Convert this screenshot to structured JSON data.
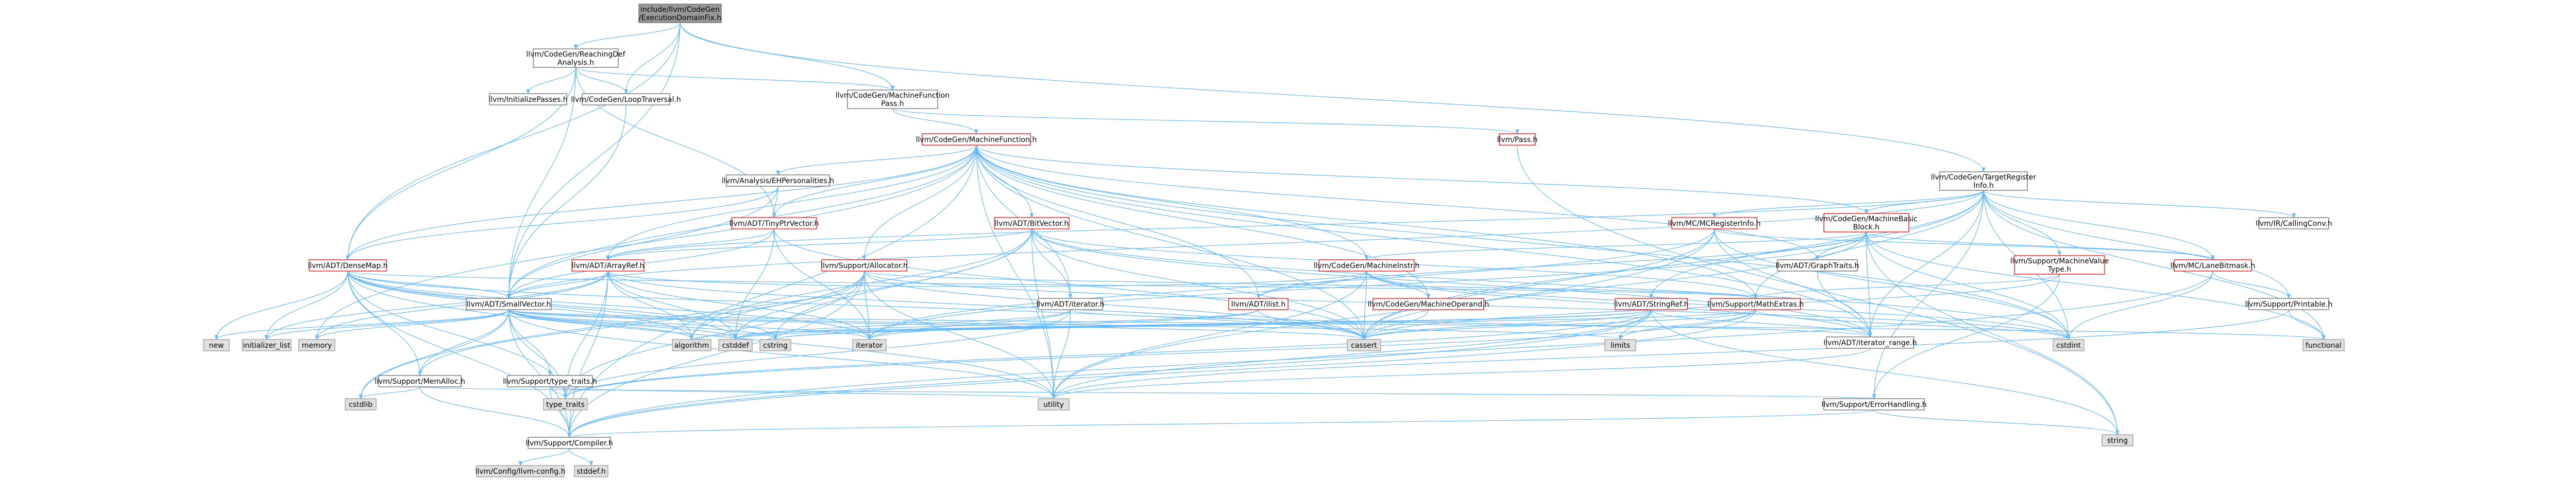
{
  "colors": {
    "edge": "#63b8ff",
    "border_normal": "#666666",
    "border_root": "#666666",
    "border_red": "#ff0000",
    "border_gray": "#999999",
    "fill_white": "#ffffff",
    "fill_root": "#999999",
    "fill_gray": "#e0e0e0"
  },
  "nodes": {
    "root": {
      "lines": [
        "include/llvm/CodeGen",
        "/ExecutionDomainFix.h"
      ],
      "kind": "root"
    },
    "reachingdef": {
      "lines": [
        "llvm/CodeGen/ReachingDef",
        "Analysis.h"
      ],
      "kind": "normal"
    },
    "initpasses": {
      "lines": [
        "llvm/InitializePasses.h"
      ],
      "kind": "normal"
    },
    "looptraversal": {
      "lines": [
        "llvm/CodeGen/LoopTraversal.h"
      ],
      "kind": "normal"
    },
    "mfpass": {
      "lines": [
        "llvm/CodeGen/MachineFunction",
        "Pass.h"
      ],
      "kind": "normal"
    },
    "pass": {
      "lines": [
        "llvm/Pass.h"
      ],
      "kind": "red"
    },
    "mf": {
      "lines": [
        "llvm/CodeGen/MachineFunction.h"
      ],
      "kind": "red"
    },
    "tri": {
      "lines": [
        "llvm/CodeGen/TargetRegister",
        "Info.h"
      ],
      "kind": "normal"
    },
    "ehpers": {
      "lines": [
        "llvm/Analysis/EHPersonalities.h"
      ],
      "kind": "normal"
    },
    "tinyptr": {
      "lines": [
        "llvm/ADT/TinyPtrVector.h"
      ],
      "kind": "red"
    },
    "bitvector": {
      "lines": [
        "llvm/ADT/BitVector.h"
      ],
      "kind": "red"
    },
    "mcreg": {
      "lines": [
        "llvm/MC/MCRegisterInfo.h"
      ],
      "kind": "red"
    },
    "mbb": {
      "lines": [
        "llvm/CodeGen/MachineBasic",
        "Block.h"
      ],
      "kind": "red"
    },
    "callconv": {
      "lines": [
        "llvm/IR/CallingConv.h"
      ],
      "kind": "normal"
    },
    "densemap": {
      "lines": [
        "llvm/ADT/DenseMap.h"
      ],
      "kind": "red"
    },
    "arrayref": {
      "lines": [
        "llvm/ADT/ArrayRef.h"
      ],
      "kind": "red"
    },
    "allocator": {
      "lines": [
        "llvm/Support/Allocator.h"
      ],
      "kind": "red"
    },
    "graphtraits": {
      "lines": [
        "llvm/ADT/GraphTraits.h"
      ],
      "kind": "normal"
    },
    "mvt": {
      "lines": [
        "llvm/Support/MachineValue",
        "Type.h"
      ],
      "kind": "red"
    },
    "lanebitmask": {
      "lines": [
        "llvm/MC/LaneBitmask.h"
      ],
      "kind": "red"
    },
    "minstr": {
      "lines": [
        "llvm/CodeGen/MachineInstr.h"
      ],
      "kind": "red"
    },
    "adtiterator": {
      "lines": [
        "llvm/ADT/iterator.h"
      ],
      "kind": "normal"
    },
    "ilist": {
      "lines": [
        "llvm/ADT/ilist.h"
      ],
      "kind": "red"
    },
    "stringref": {
      "lines": [
        "llvm/ADT/StringRef.h"
      ],
      "kind": "red"
    },
    "mathextras": {
      "lines": [
        "llvm/Support/MathExtras.h"
      ],
      "kind": "red"
    },
    "printable": {
      "lines": [
        "llvm/Support/Printable.h"
      ],
      "kind": "normal"
    },
    "moperand": {
      "lines": [
        "llvm/CodeGen/MachineOperand.h"
      ],
      "kind": "red"
    },
    "smallvector": {
      "lines": [
        "llvm/ADT/SmallVector.h"
      ],
      "kind": "normal"
    },
    "iterrange": {
      "lines": [
        "llvm/ADT/iterator_range.h"
      ],
      "kind": "normal"
    },
    "new": {
      "lines": [
        "new"
      ],
      "kind": "gray"
    },
    "initlist": {
      "lines": [
        "initializer_list"
      ],
      "kind": "gray"
    },
    "memory": {
      "lines": [
        "memory"
      ],
      "kind": "gray"
    },
    "algorithm": {
      "lines": [
        "algorithm"
      ],
      "kind": "gray"
    },
    "cstddef": {
      "lines": [
        "cstddef"
      ],
      "kind": "gray"
    },
    "cstring": {
      "lines": [
        "cstring"
      ],
      "kind": "gray"
    },
    "iterator": {
      "lines": [
        "iterator"
      ],
      "kind": "gray"
    },
    "cassert": {
      "lines": [
        "cassert"
      ],
      "kind": "gray"
    },
    "limits": {
      "lines": [
        "limits"
      ],
      "kind": "gray"
    },
    "cstdint": {
      "lines": [
        "cstdint"
      ],
      "kind": "gray"
    },
    "functional": {
      "lines": [
        "functional"
      ],
      "kind": "gray"
    },
    "memalloc": {
      "lines": [
        "llvm/Support/MemAlloc.h"
      ],
      "kind": "normal"
    },
    "typetraits_h": {
      "lines": [
        "llvm/Support/type_traits.h"
      ],
      "kind": "normal"
    },
    "cstdlib": {
      "lines": [
        "cstdlib"
      ],
      "kind": "gray"
    },
    "typetraits": {
      "lines": [
        "type_traits"
      ],
      "kind": "gray"
    },
    "utility": {
      "lines": [
        "utility"
      ],
      "kind": "gray"
    },
    "errorhandling": {
      "lines": [
        "llvm/Support/ErrorHandling.h"
      ],
      "kind": "normal"
    },
    "string": {
      "lines": [
        "string"
      ],
      "kind": "gray"
    },
    "compiler": {
      "lines": [
        "llvm/Support/Compiler.h"
      ],
      "kind": "normal"
    },
    "llvmconfig": {
      "lines": [
        "llvm/Config/llvm-config.h"
      ],
      "kind": "gray"
    },
    "stddef": {
      "lines": [
        "stddef.h"
      ],
      "kind": "gray"
    }
  },
  "edges": [
    [
      "root",
      "reachingdef"
    ],
    [
      "root",
      "looptraversal"
    ],
    [
      "root",
      "mfpass"
    ],
    [
      "root",
      "tri"
    ],
    [
      "root",
      "densemap"
    ],
    [
      "root",
      "smallvector"
    ],
    [
      "reachingdef",
      "initpasses"
    ],
    [
      "reachingdef",
      "looptraversal"
    ],
    [
      "reachingdef",
      "mfpass"
    ],
    [
      "reachingdef",
      "densemap"
    ],
    [
      "reachingdef",
      "tinyptr"
    ],
    [
      "reachingdef",
      "smallvector"
    ],
    [
      "looptraversal",
      "smallvector"
    ],
    [
      "mfpass",
      "pass"
    ],
    [
      "mfpass",
      "mf"
    ],
    [
      "pass",
      "string"
    ],
    [
      "mf",
      "ehpers"
    ],
    [
      "mf",
      "tinyptr"
    ],
    [
      "mf",
      "bitvector"
    ],
    [
      "mf",
      "mbb"
    ],
    [
      "mf",
      "densemap"
    ],
    [
      "mf",
      "arrayref"
    ],
    [
      "mf",
      "allocator"
    ],
    [
      "mf",
      "graphtraits"
    ],
    [
      "mf",
      "minstr"
    ],
    [
      "mf",
      "adtiterator"
    ],
    [
      "mf",
      "ilist"
    ],
    [
      "mf",
      "smallvector"
    ],
    [
      "mf",
      "moperand"
    ],
    [
      "mf",
      "cassert"
    ],
    [
      "mf",
      "cstdint"
    ],
    [
      "mf",
      "utility"
    ],
    [
      "mf",
      "compiler"
    ],
    [
      "mf",
      "memory"
    ],
    [
      "mf",
      "iterrange"
    ],
    [
      "mf",
      "mathextras"
    ],
    [
      "tri",
      "callconv"
    ],
    [
      "tri",
      "mcreg"
    ],
    [
      "tri",
      "mbb"
    ],
    [
      "tri",
      "mvt"
    ],
    [
      "tri",
      "lanebitmask"
    ],
    [
      "tri",
      "printable"
    ],
    [
      "tri",
      "arrayref"
    ],
    [
      "tri",
      "smallvector"
    ],
    [
      "tri",
      "stringref"
    ],
    [
      "tri",
      "iterrange"
    ],
    [
      "tri",
      "cassert"
    ],
    [
      "tri",
      "cstdint"
    ],
    [
      "tri",
      "functional"
    ],
    [
      "tri",
      "mathextras"
    ],
    [
      "tri",
      "errorhandling"
    ],
    [
      "ehpers",
      "smallvector"
    ],
    [
      "ehpers",
      "densemap"
    ],
    [
      "ehpers",
      "tinyptr"
    ],
    [
      "tinyptr",
      "arrayref"
    ],
    [
      "tinyptr",
      "smallvector"
    ],
    [
      "tinyptr",
      "cassert"
    ],
    [
      "tinyptr",
      "cstddef"
    ],
    [
      "tinyptr",
      "iterator"
    ],
    [
      "bitvector",
      "arrayref"
    ],
    [
      "bitvector",
      "adtiterator"
    ],
    [
      "bitvector",
      "iterrange"
    ],
    [
      "bitvector",
      "mathextras"
    ],
    [
      "bitvector",
      "algorithm"
    ],
    [
      "bitvector",
      "cassert"
    ],
    [
      "bitvector",
      "climits"
    ],
    [
      "bitvector",
      "cstdint"
    ],
    [
      "bitvector",
      "cstdlib"
    ],
    [
      "bitvector",
      "cstring"
    ],
    [
      "bitvector",
      "utility"
    ],
    [
      "mcreg",
      "lanebitmask"
    ],
    [
      "mcreg",
      "iterator"
    ],
    [
      "mcreg",
      "cassert"
    ],
    [
      "mcreg",
      "cstdint"
    ],
    [
      "mcreg",
      "utility"
    ],
    [
      "mcreg",
      "iterrange"
    ],
    [
      "mbb",
      "graphtraits"
    ],
    [
      "mbb",
      "ilist"
    ],
    [
      "mbb",
      "iterrange"
    ],
    [
      "mbb",
      "minstr"
    ],
    [
      "mbb",
      "lanebitmask"
    ],
    [
      "mbb",
      "cassert"
    ],
    [
      "mbb",
      "cstdint"
    ],
    [
      "mbb",
      "functional"
    ],
    [
      "mbb",
      "iterator"
    ],
    [
      "mbb",
      "string"
    ],
    [
      "densemap",
      "smallvector"
    ],
    [
      "densemap",
      "algorithm"
    ],
    [
      "densemap",
      "cassert"
    ],
    [
      "densemap",
      "cstddef"
    ],
    [
      "densemap",
      "cstring"
    ],
    [
      "densemap",
      "initlist"
    ],
    [
      "densemap",
      "iterator"
    ],
    [
      "densemap",
      "new"
    ],
    [
      "densemap",
      "typetraits"
    ],
    [
      "densemap",
      "utility"
    ],
    [
      "densemap",
      "compiler"
    ],
    [
      "densemap",
      "memalloc"
    ],
    [
      "densemap",
      "mathextras"
    ],
    [
      "arrayref",
      "smallvector"
    ],
    [
      "arrayref",
      "compiler"
    ],
    [
      "arrayref",
      "algorithm"
    ],
    [
      "arrayref",
      "cassert"
    ],
    [
      "arrayref",
      "cstddef"
    ],
    [
      "arrayref",
      "initlist"
    ],
    [
      "arrayref",
      "iterator"
    ],
    [
      "arrayref",
      "memory"
    ],
    [
      "arrayref",
      "typetraits"
    ],
    [
      "allocator",
      "compiler"
    ],
    [
      "allocator",
      "mathextras"
    ],
    [
      "allocator",
      "memalloc"
    ],
    [
      "allocator",
      "algorithm"
    ],
    [
      "allocator",
      "cassert"
    ],
    [
      "allocator",
      "cstddef"
    ],
    [
      "allocator",
      "cstdint"
    ],
    [
      "allocator",
      "iterator"
    ],
    [
      "allocator",
      "typetraits"
    ],
    [
      "allocator",
      "utility"
    ],
    [
      "graphtraits",
      "iterrange"
    ],
    [
      "mvt",
      "errorhandling"
    ],
    [
      "mvt",
      "mathextras"
    ],
    [
      "mvt",
      "cassert"
    ],
    [
      "lanebitmask",
      "compiler"
    ],
    [
      "lanebitmask",
      "printable"
    ],
    [
      "lanebitmask",
      "cstdint"
    ],
    [
      "minstr",
      "ilist"
    ],
    [
      "minstr",
      "moperand"
    ],
    [
      "minstr",
      "iterrange"
    ],
    [
      "minstr",
      "arrayref"
    ],
    [
      "minstr",
      "cassert"
    ],
    [
      "minstr",
      "cstdint"
    ],
    [
      "minstr",
      "utility"
    ],
    [
      "adtiterator",
      "iterrange"
    ],
    [
      "adtiterator",
      "cstddef"
    ],
    [
      "adtiterator",
      "iterator"
    ],
    [
      "adtiterator",
      "typetraits"
    ],
    [
      "adtiterator",
      "utility"
    ],
    [
      "ilist",
      "cassert"
    ],
    [
      "ilist",
      "cstddef"
    ],
    [
      "ilist",
      "iterator"
    ],
    [
      "stringref",
      "compiler"
    ],
    [
      "stringref",
      "algorithm"
    ],
    [
      "stringref",
      "cassert"
    ],
    [
      "stringref",
      "cstddef"
    ],
    [
      "stringref",
      "cstring"
    ],
    [
      "stringref",
      "limits"
    ],
    [
      "stringref",
      "string"
    ],
    [
      "stringref",
      "typetraits"
    ],
    [
      "stringref",
      "utility"
    ],
    [
      "stringref",
      "iterrange"
    ],
    [
      "mathextras",
      "compiler"
    ],
    [
      "mathextras",
      "cassert"
    ],
    [
      "mathextras",
      "climits"
    ],
    [
      "mathextras",
      "cstdint"
    ],
    [
      "mathextras",
      "cstring"
    ],
    [
      "mathextras",
      "limits"
    ],
    [
      "mathextras",
      "typetraits"
    ],
    [
      "printable",
      "functional"
    ],
    [
      "printable",
      "utility"
    ],
    [
      "moperand",
      "cassert"
    ],
    [
      "smallvector",
      "compiler"
    ],
    [
      "smallvector",
      "typetraits_h"
    ],
    [
      "smallvector",
      "algorithm"
    ],
    [
      "smallvector",
      "cassert"
    ],
    [
      "smallvector",
      "cstddef"
    ],
    [
      "smallvector",
      "cstdlib"
    ],
    [
      "smallvector",
      "cstring"
    ],
    [
      "smallvector",
      "functional"
    ],
    [
      "smallvector",
      "initlist"
    ],
    [
      "smallvector",
      "iterator"
    ],
    [
      "smallvector",
      "limits"
    ],
    [
      "smallvector",
      "memory"
    ],
    [
      "smallvector",
      "new"
    ],
    [
      "smallvector",
      "typetraits"
    ],
    [
      "smallvector",
      "utility"
    ],
    [
      "smallvector",
      "memalloc"
    ],
    [
      "iterrange",
      "utility"
    ],
    [
      "memalloc",
      "compiler"
    ],
    [
      "memalloc",
      "errorhandling"
    ],
    [
      "memalloc",
      "cstdlib"
    ],
    [
      "typetraits_h",
      "compiler"
    ],
    [
      "typetraits_h",
      "typetraits"
    ],
    [
      "typetraits_h",
      "utility"
    ],
    [
      "errorhandling",
      "compiler"
    ],
    [
      "errorhandling",
      "string"
    ],
    [
      "compiler",
      "llvmconfig"
    ],
    [
      "compiler",
      "stddef"
    ]
  ]
}
